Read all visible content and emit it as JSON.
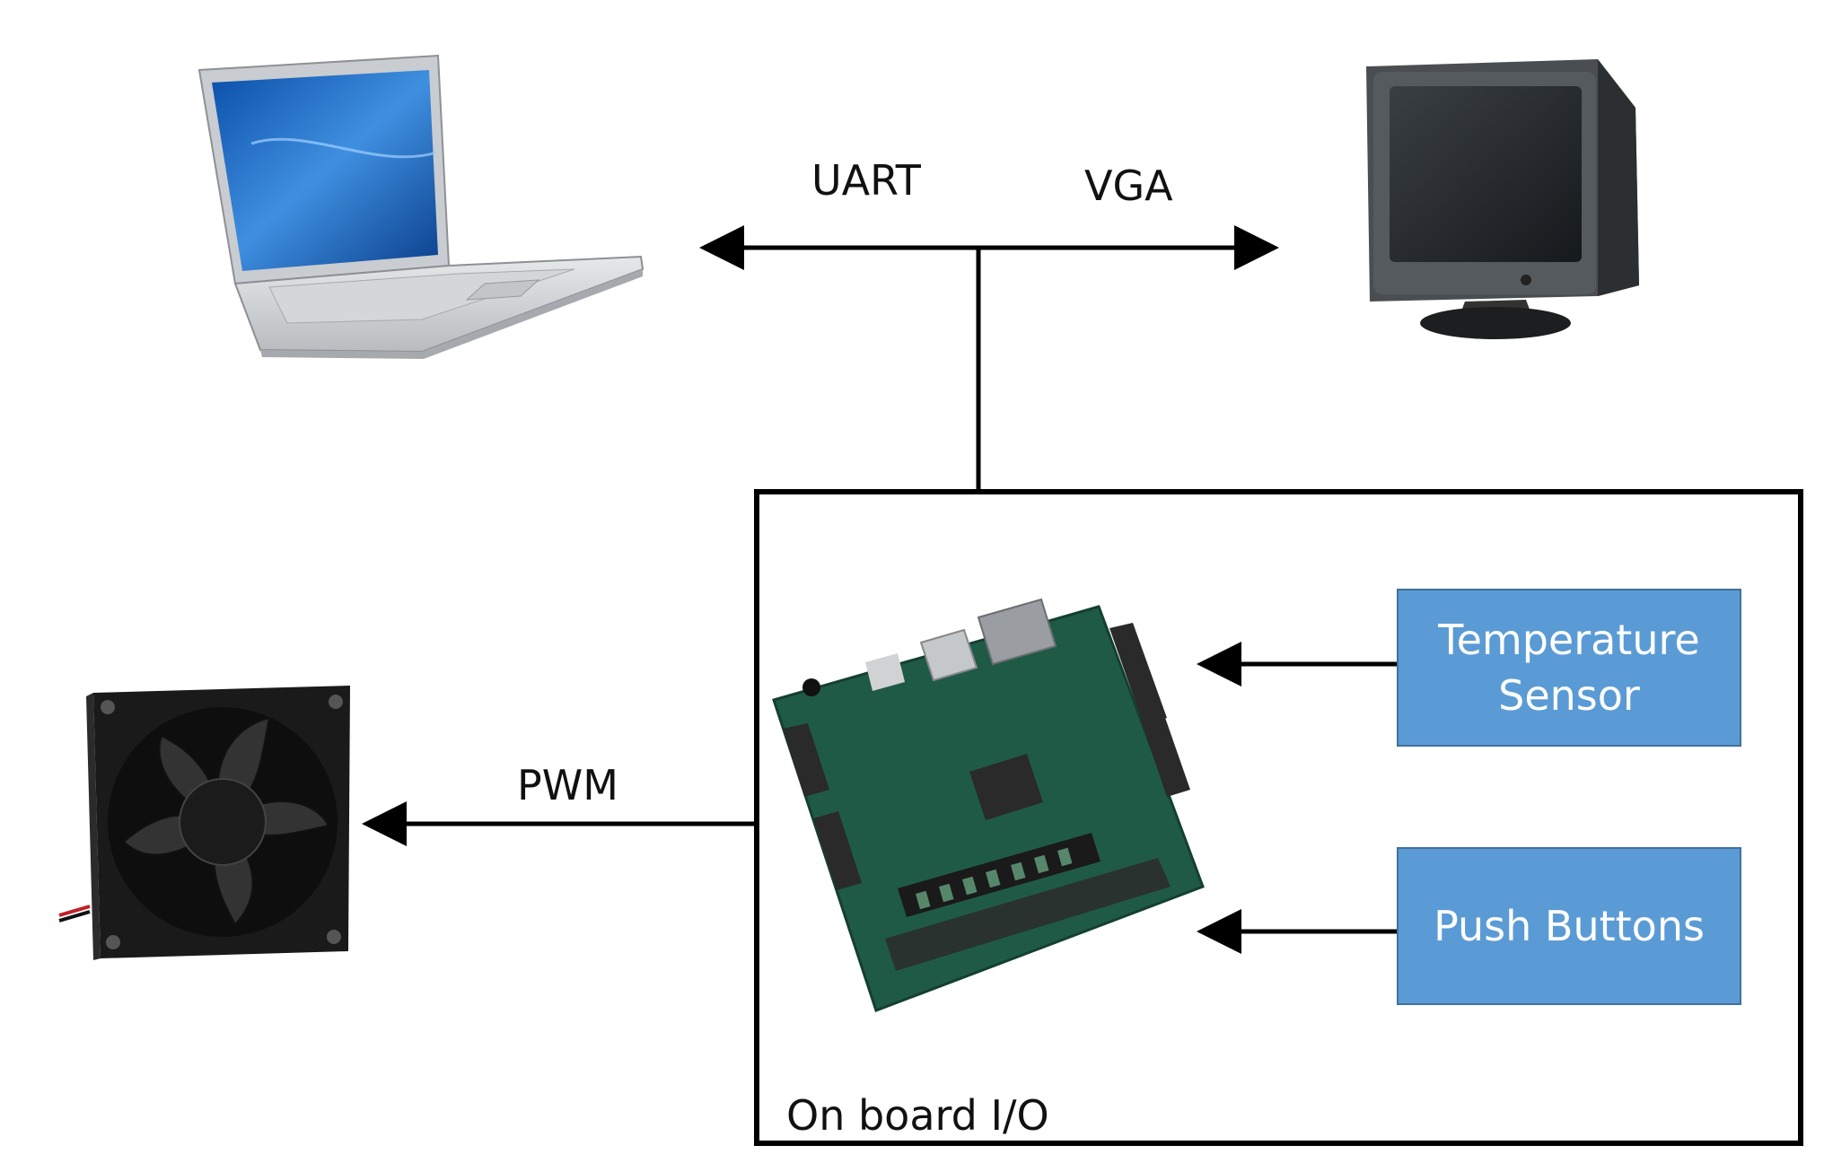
{
  "labels": {
    "uart": "UART",
    "vga": "VGA",
    "pwm": "PWM",
    "onboard": "On board I/O"
  },
  "boxes": {
    "temp_line1": "Temperature",
    "temp_line2": "Sensor",
    "push": "Push Buttons"
  },
  "colors": {
    "box_fill": "#5b9bd5",
    "box_border": "#41719c",
    "board_green": "#1f5a46",
    "lines": "#000000"
  },
  "icons": [
    "laptop-icon",
    "crt-monitor-icon",
    "cooling-fan-icon",
    "fpga-board-icon"
  ]
}
